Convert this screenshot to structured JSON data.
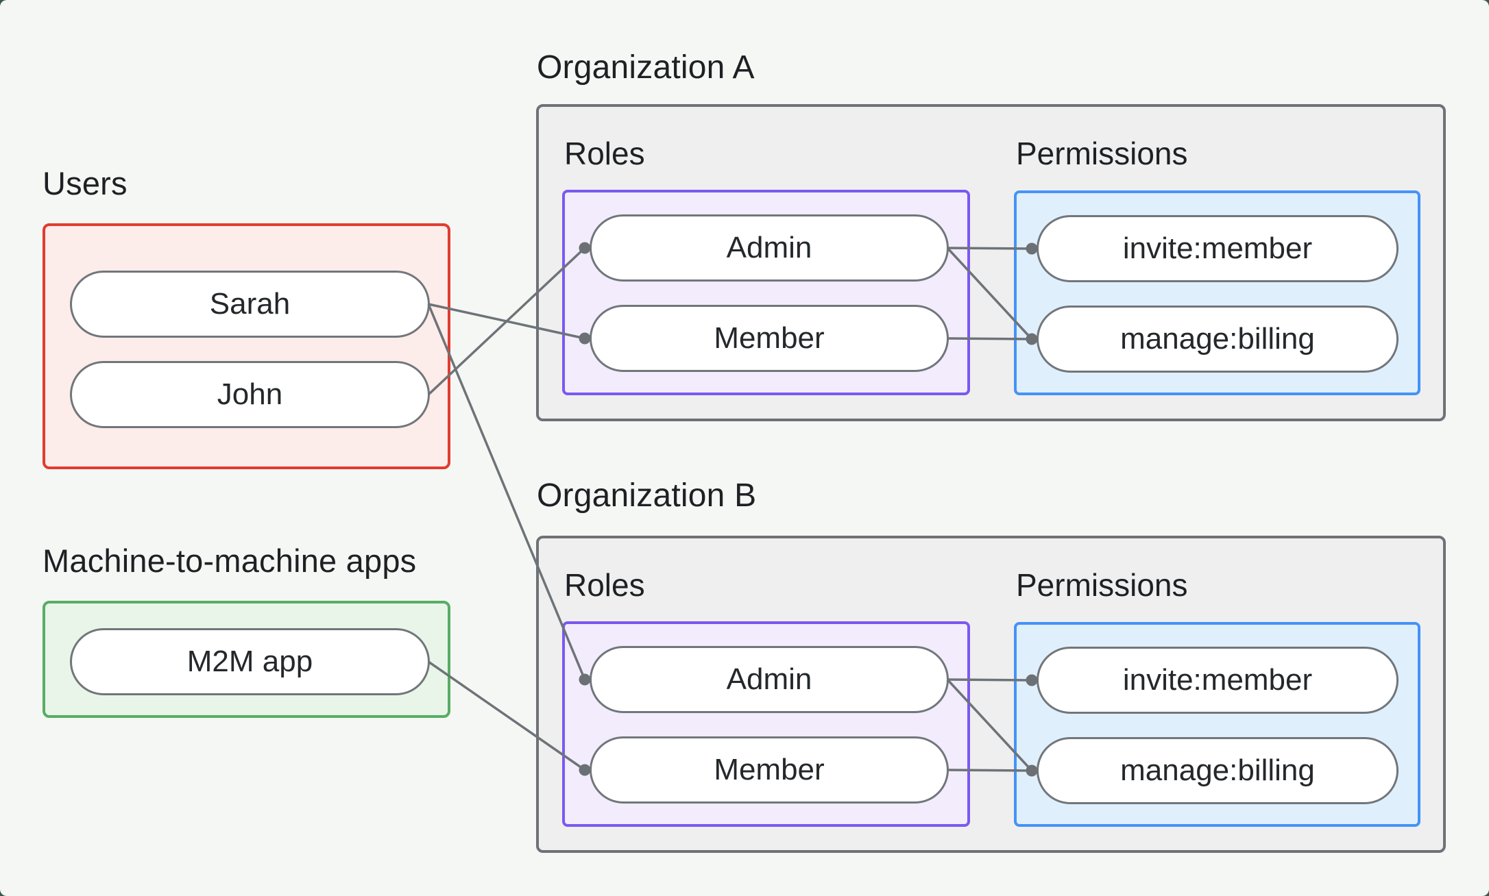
{
  "canvas": {
    "background": "#f4f7f4",
    "outside_background": "#3a5b45",
    "stroke_gray": "#6e7377",
    "text_color": "#1d2124"
  },
  "users_group": {
    "label": "Users",
    "border_color": "#e23b30",
    "fill": "#fcecea",
    "members": [
      {
        "id": "user-sarah",
        "label": "Sarah"
      },
      {
        "id": "user-john",
        "label": "John"
      }
    ]
  },
  "m2m_group": {
    "label": "Machine-to-machine apps",
    "border_color": "#57ad64",
    "fill": "#e9f5e9",
    "members": [
      {
        "id": "m2m-app",
        "label": "M2M app"
      }
    ]
  },
  "organizations": [
    {
      "title": "Organization A",
      "roles_label": "Roles",
      "permissions_label": "Permissions",
      "roles_panel": {
        "border_color": "#7a58f2",
        "fill": "#f2ecfc"
      },
      "permissions_panel": {
        "border_color": "#4493f8",
        "fill": "#e0effc"
      },
      "roles": [
        {
          "id": "orga-admin",
          "label": "Admin"
        },
        {
          "id": "orga-member",
          "label": "Member"
        }
      ],
      "permissions": [
        {
          "id": "orga-invite",
          "label": "invite:member"
        },
        {
          "id": "orga-manage",
          "label": "manage:billing"
        }
      ]
    },
    {
      "title": "Organization B",
      "roles_label": "Roles",
      "permissions_label": "Permissions",
      "roles_panel": {
        "border_color": "#7a58f2",
        "fill": "#f2ecfc"
      },
      "permissions_panel": {
        "border_color": "#4493f8",
        "fill": "#e0effc"
      },
      "roles": [
        {
          "id": "orgb-admin",
          "label": "Admin"
        },
        {
          "id": "orgb-member",
          "label": "Member"
        }
      ],
      "permissions": [
        {
          "id": "orgb-invite",
          "label": "invite:member"
        },
        {
          "id": "orgb-manage",
          "label": "manage:billing"
        }
      ]
    }
  ],
  "connectors": {
    "color": "#6e7377",
    "dot_color": "#6b7074",
    "line_width": 3.5,
    "dot_radius": 8.5,
    "edges": [
      {
        "from": "user-sarah",
        "to": "orga-member"
      },
      {
        "from": "user-sarah",
        "to": "orgb-admin"
      },
      {
        "from": "user-john",
        "to": "orga-admin"
      },
      {
        "from": "m2m-app",
        "to": "orgb-member"
      },
      {
        "from": "orga-admin",
        "to": "orga-invite"
      },
      {
        "from": "orga-admin",
        "to": "orga-manage"
      },
      {
        "from": "orga-member",
        "to": "orga-manage"
      },
      {
        "from": "orgb-admin",
        "to": "orgb-invite"
      },
      {
        "from": "orgb-admin",
        "to": "orgb-manage"
      },
      {
        "from": "orgb-member",
        "to": "orgb-manage"
      }
    ]
  }
}
